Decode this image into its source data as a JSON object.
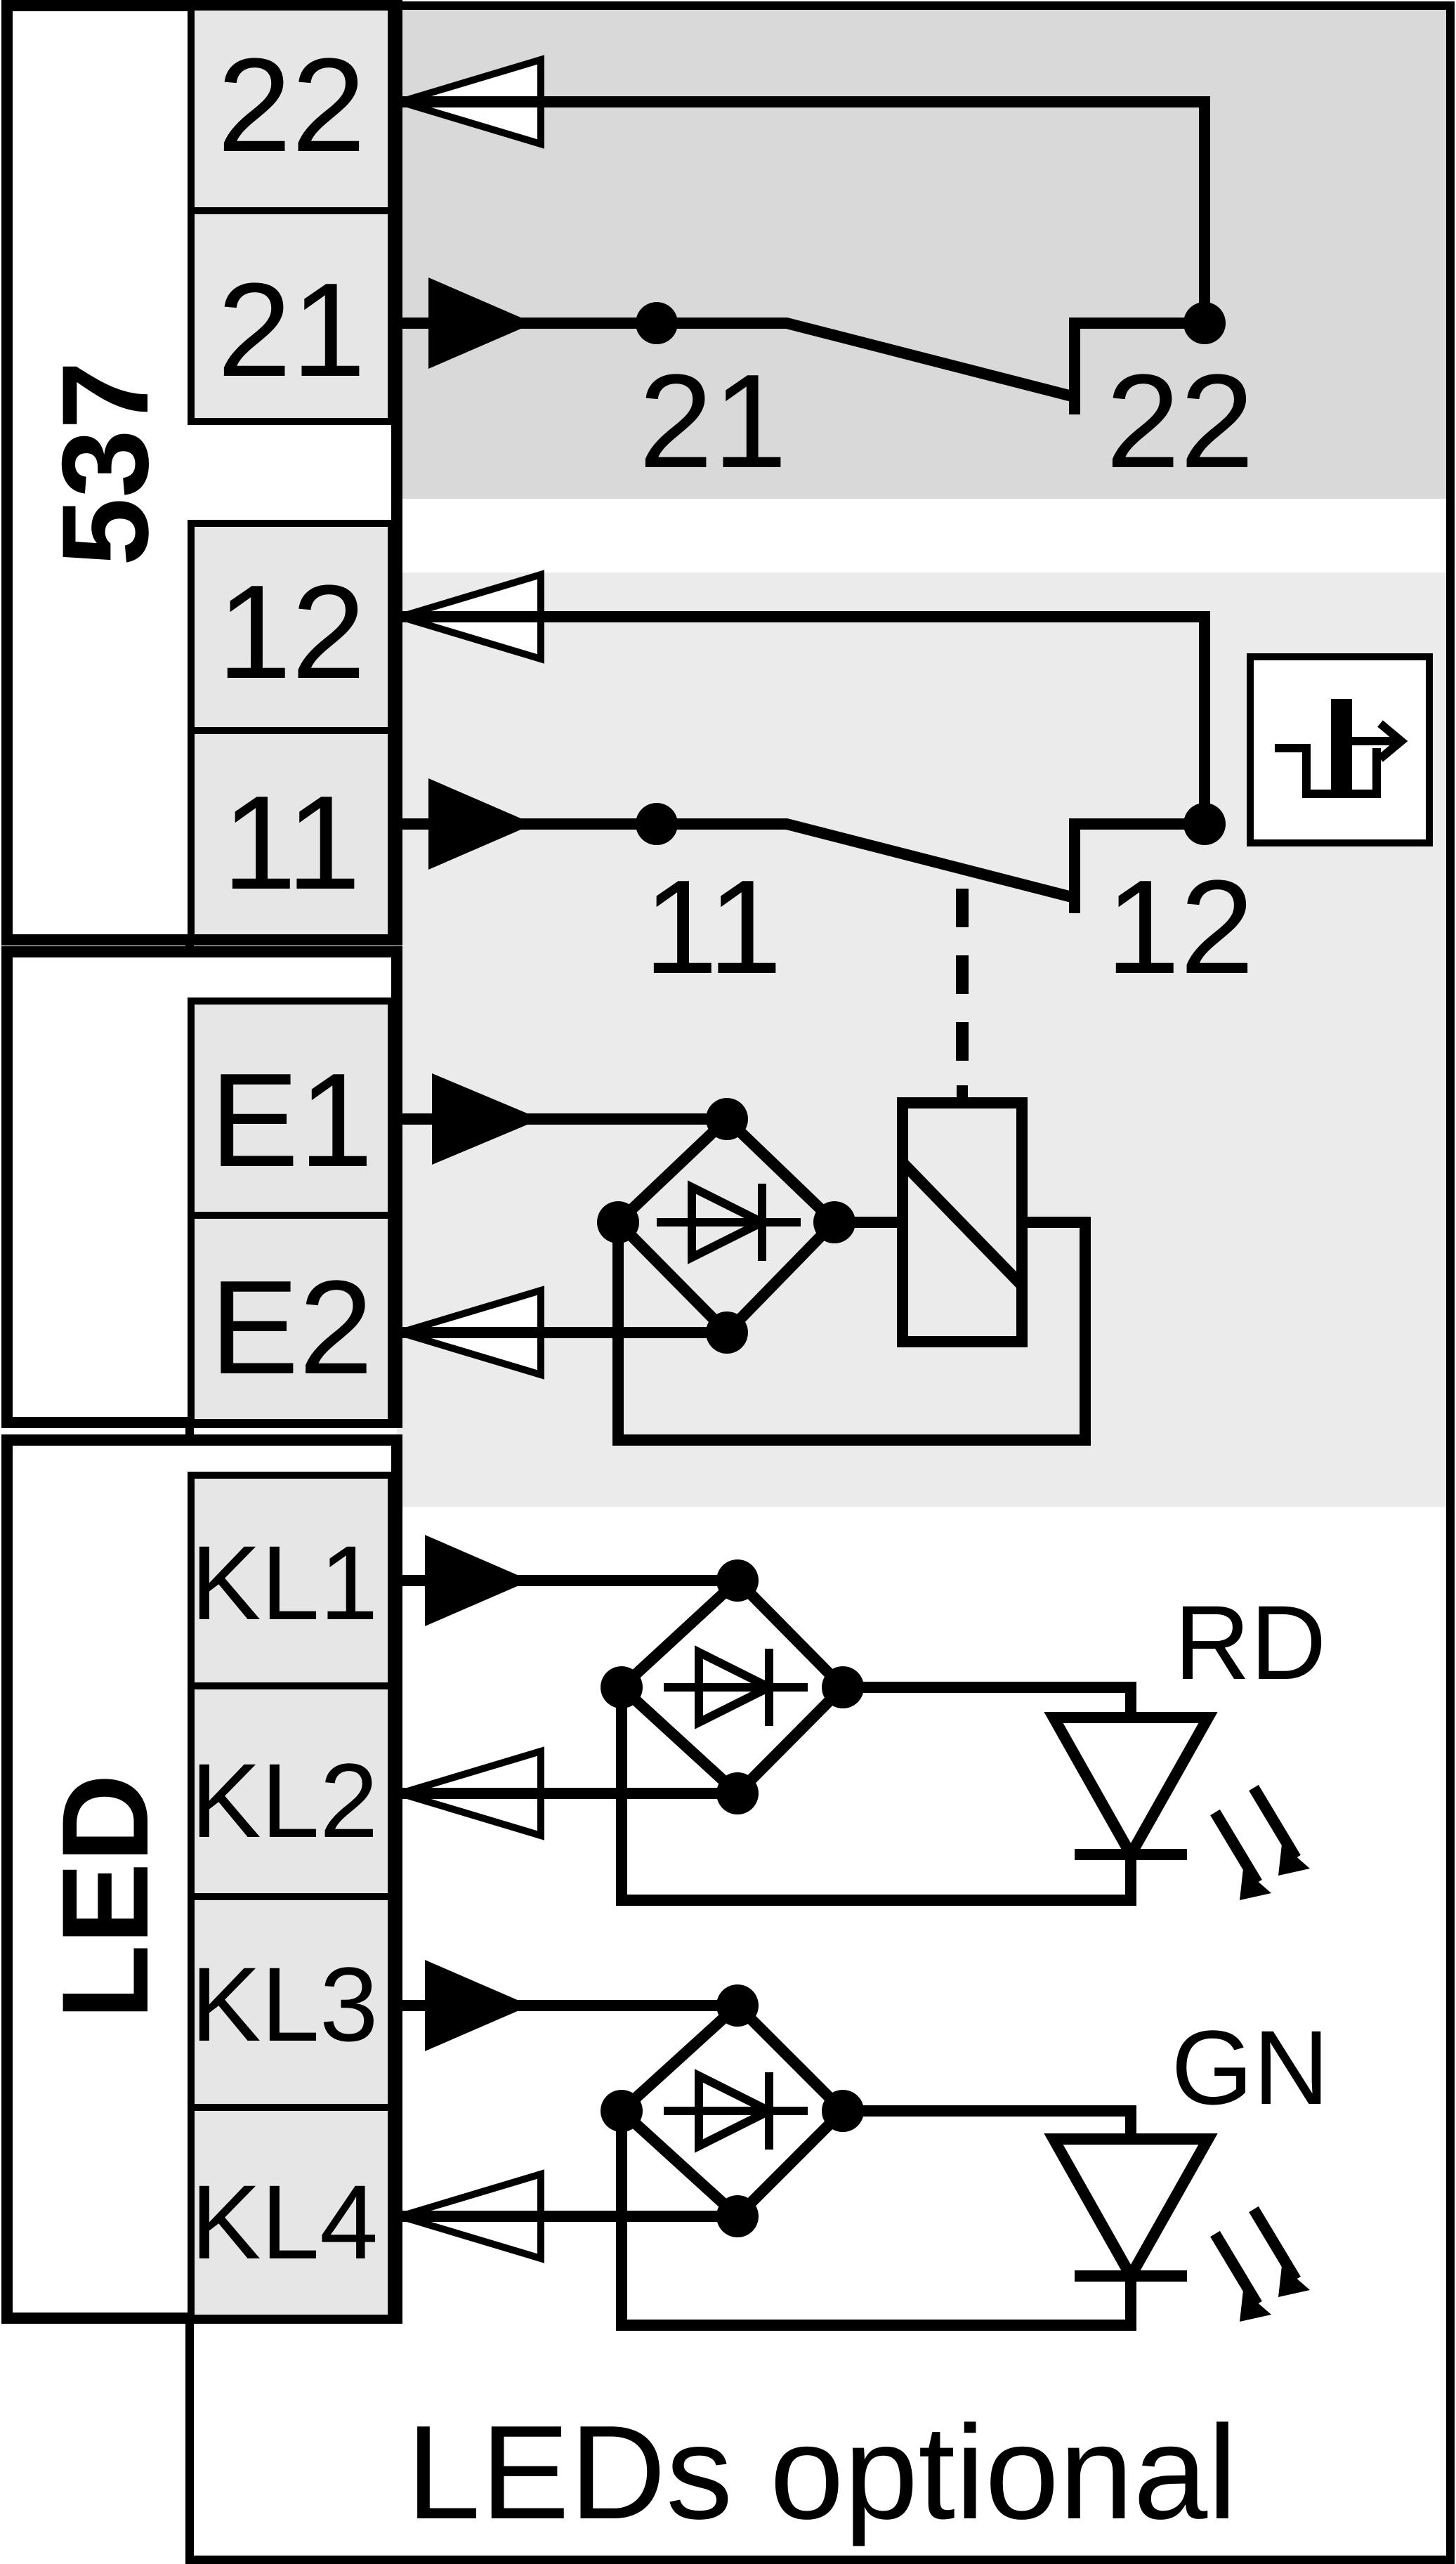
{
  "groups": {
    "contacts": "537",
    "led": "LED"
  },
  "terminals": {
    "t22": "22",
    "t21": "21",
    "t12": "12",
    "t11": "11",
    "e1": "E1",
    "e2": "E2",
    "kl1": "KL1",
    "kl2": "KL2",
    "kl3": "KL3",
    "kl4": "KL4"
  },
  "contact_labels": {
    "c21": "21",
    "c22": "22",
    "c11": "11",
    "c12": "12"
  },
  "led_labels": {
    "red": "RD",
    "green": "GN"
  },
  "footer": "LEDs optional",
  "symbols": {
    "forced_opening": "positive-opening-contact-icon"
  },
  "colors": {
    "shade_dark": "#d9d9d9",
    "shade_light": "#ebebeb",
    "terminal_fill": "#e6e6e6",
    "line": "#000000"
  }
}
